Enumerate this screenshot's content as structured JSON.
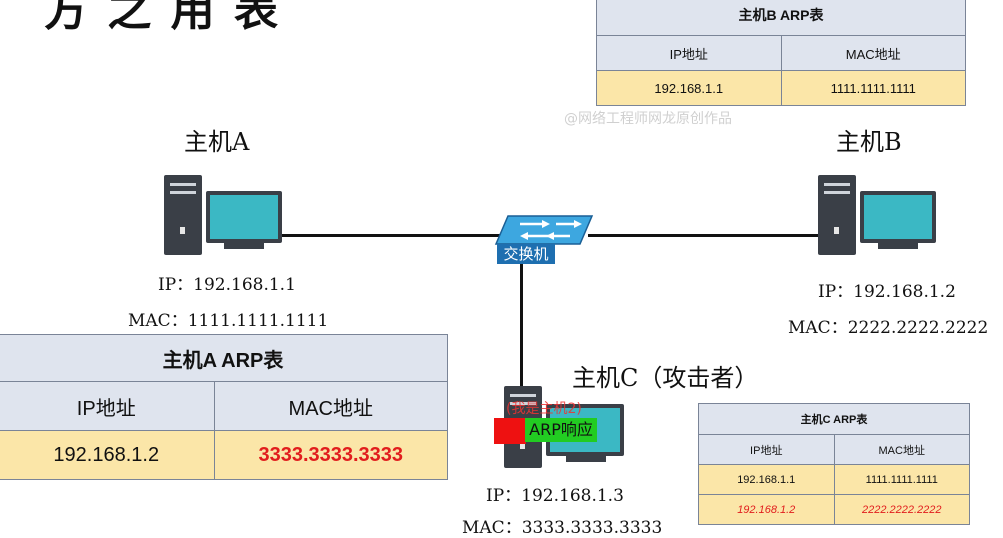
{
  "headline": "方 之    用  表",
  "host_a": {
    "name": "主机A",
    "ip": "IP：192.168.1.1",
    "mac": "MAC：1111.1111.1111"
  },
  "host_b": {
    "name": "主机B",
    "ip": "IP：192.168.1.2",
    "mac": "MAC：2222.2222.2222"
  },
  "host_c": {
    "name": "主机C（攻击者）",
    "ip": "IP：192.168.1.3",
    "mac": "MAC：3333.3333.3333",
    "spoof_note": "(我是主机2)",
    "reply_label": "ARP响应"
  },
  "switch_label": "交换机",
  "watermark": "@网络工程师网龙原创作品",
  "table_b": {
    "title": "主机B ARP表",
    "col_ip": "IP地址",
    "col_mac": "MAC地址",
    "rows": [
      {
        "ip": "192.168.1.1",
        "mac": "1111.1111.1111"
      }
    ]
  },
  "table_a": {
    "title": "主机A ARP表",
    "col_ip": "IP地址",
    "col_mac": "MAC地址",
    "rows": [
      {
        "ip": "192.168.1.2",
        "mac": "3333.3333.3333"
      }
    ]
  },
  "table_c": {
    "title": "主机C ARP表",
    "col_ip": "IP地址",
    "col_mac": "MAC地址",
    "rows": [
      {
        "ip": "192.168.1.1",
        "mac": "1111.1111.1111"
      },
      {
        "ip": "192.168.1.2",
        "mac": "2222.2222.2222"
      }
    ]
  },
  "colors": {
    "header_bg": "#dfe4ee",
    "row_bg": "#fbe6a8",
    "poisoned_text": "#e11d1d",
    "screen": "#3bb8c4",
    "switch": "#1e6fb0",
    "reply_bg": "#22cc22"
  }
}
